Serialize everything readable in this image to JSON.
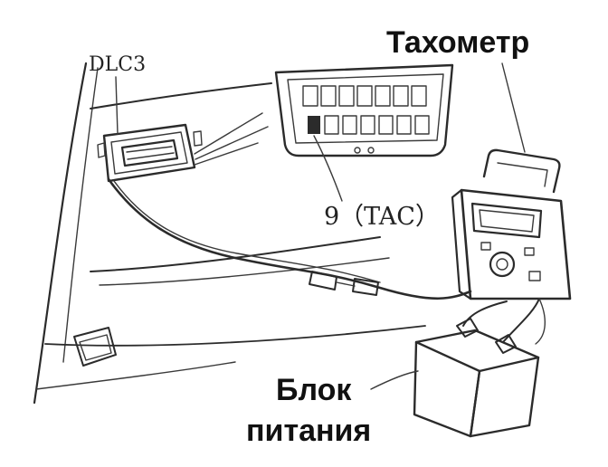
{
  "labels": {
    "dlc3": "DLC3",
    "tachometer": "Тахометр",
    "pin": "9（TAC）",
    "power_line1": "Блок",
    "power_line2": "питания"
  },
  "colors": {
    "ink": "#2b2b2b",
    "background": "#ffffff",
    "label_text": "#111111"
  }
}
